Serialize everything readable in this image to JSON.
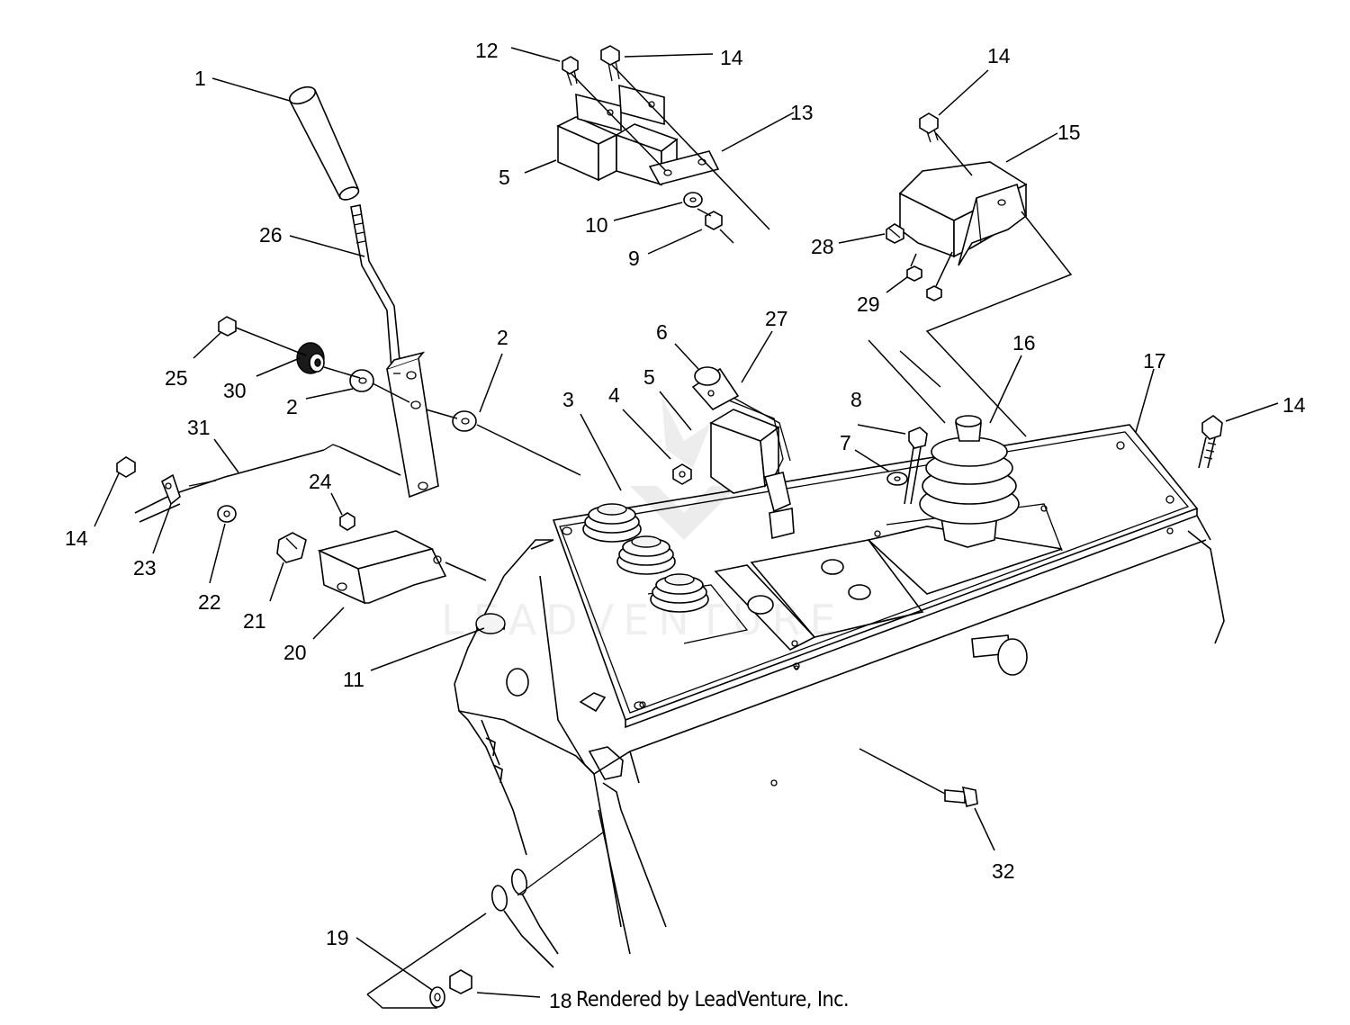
{
  "credit": "Rendered by LeadVenture, Inc.",
  "watermark": "LEADVENTURE",
  "callouts": [
    "1",
    "2",
    "2",
    "3",
    "4",
    "5",
    "5",
    "6",
    "7",
    "8",
    "9",
    "10",
    "11",
    "12",
    "13",
    "14",
    "14",
    "14",
    "14",
    "15",
    "16",
    "17",
    "18",
    "19",
    "20",
    "21",
    "22",
    "23",
    "24",
    "25",
    "26",
    "27",
    "28",
    "29",
    "30",
    "31",
    "32"
  ]
}
